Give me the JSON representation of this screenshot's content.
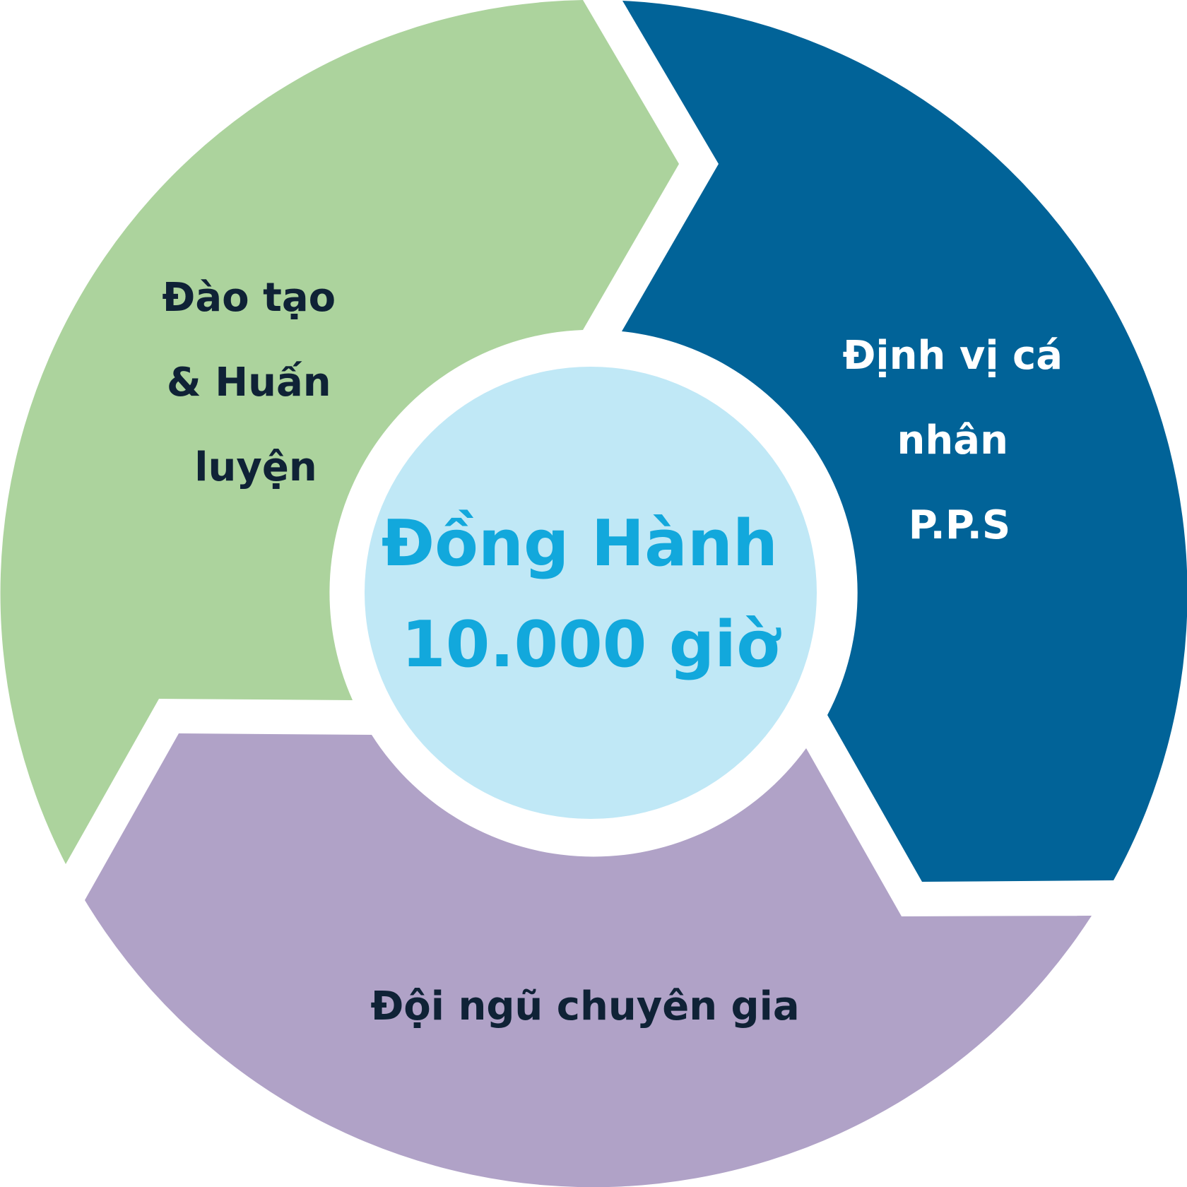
{
  "segments": [
    {
      "id": "training",
      "lines": [
        "Đào tạo",
        "& Huấn",
        "luyện"
      ],
      "fill": "#acd39d",
      "text_color": "#0f2236"
    },
    {
      "id": "positioning",
      "lines": [
        "Định vị cá",
        "nhân",
        "P.P.S"
      ],
      "fill": "#016398",
      "text_color": "#ffffff"
    },
    {
      "id": "experts",
      "lines": [
        "Đội ngũ chuyên gia"
      ],
      "fill": "#b0a2c7",
      "text_color": "#0f2236"
    }
  ],
  "center": {
    "lines": [
      "Đồng Hành",
      "10.000 giờ"
    ],
    "fill": "#c0e8f6",
    "text_color": "#12a8dc"
  }
}
